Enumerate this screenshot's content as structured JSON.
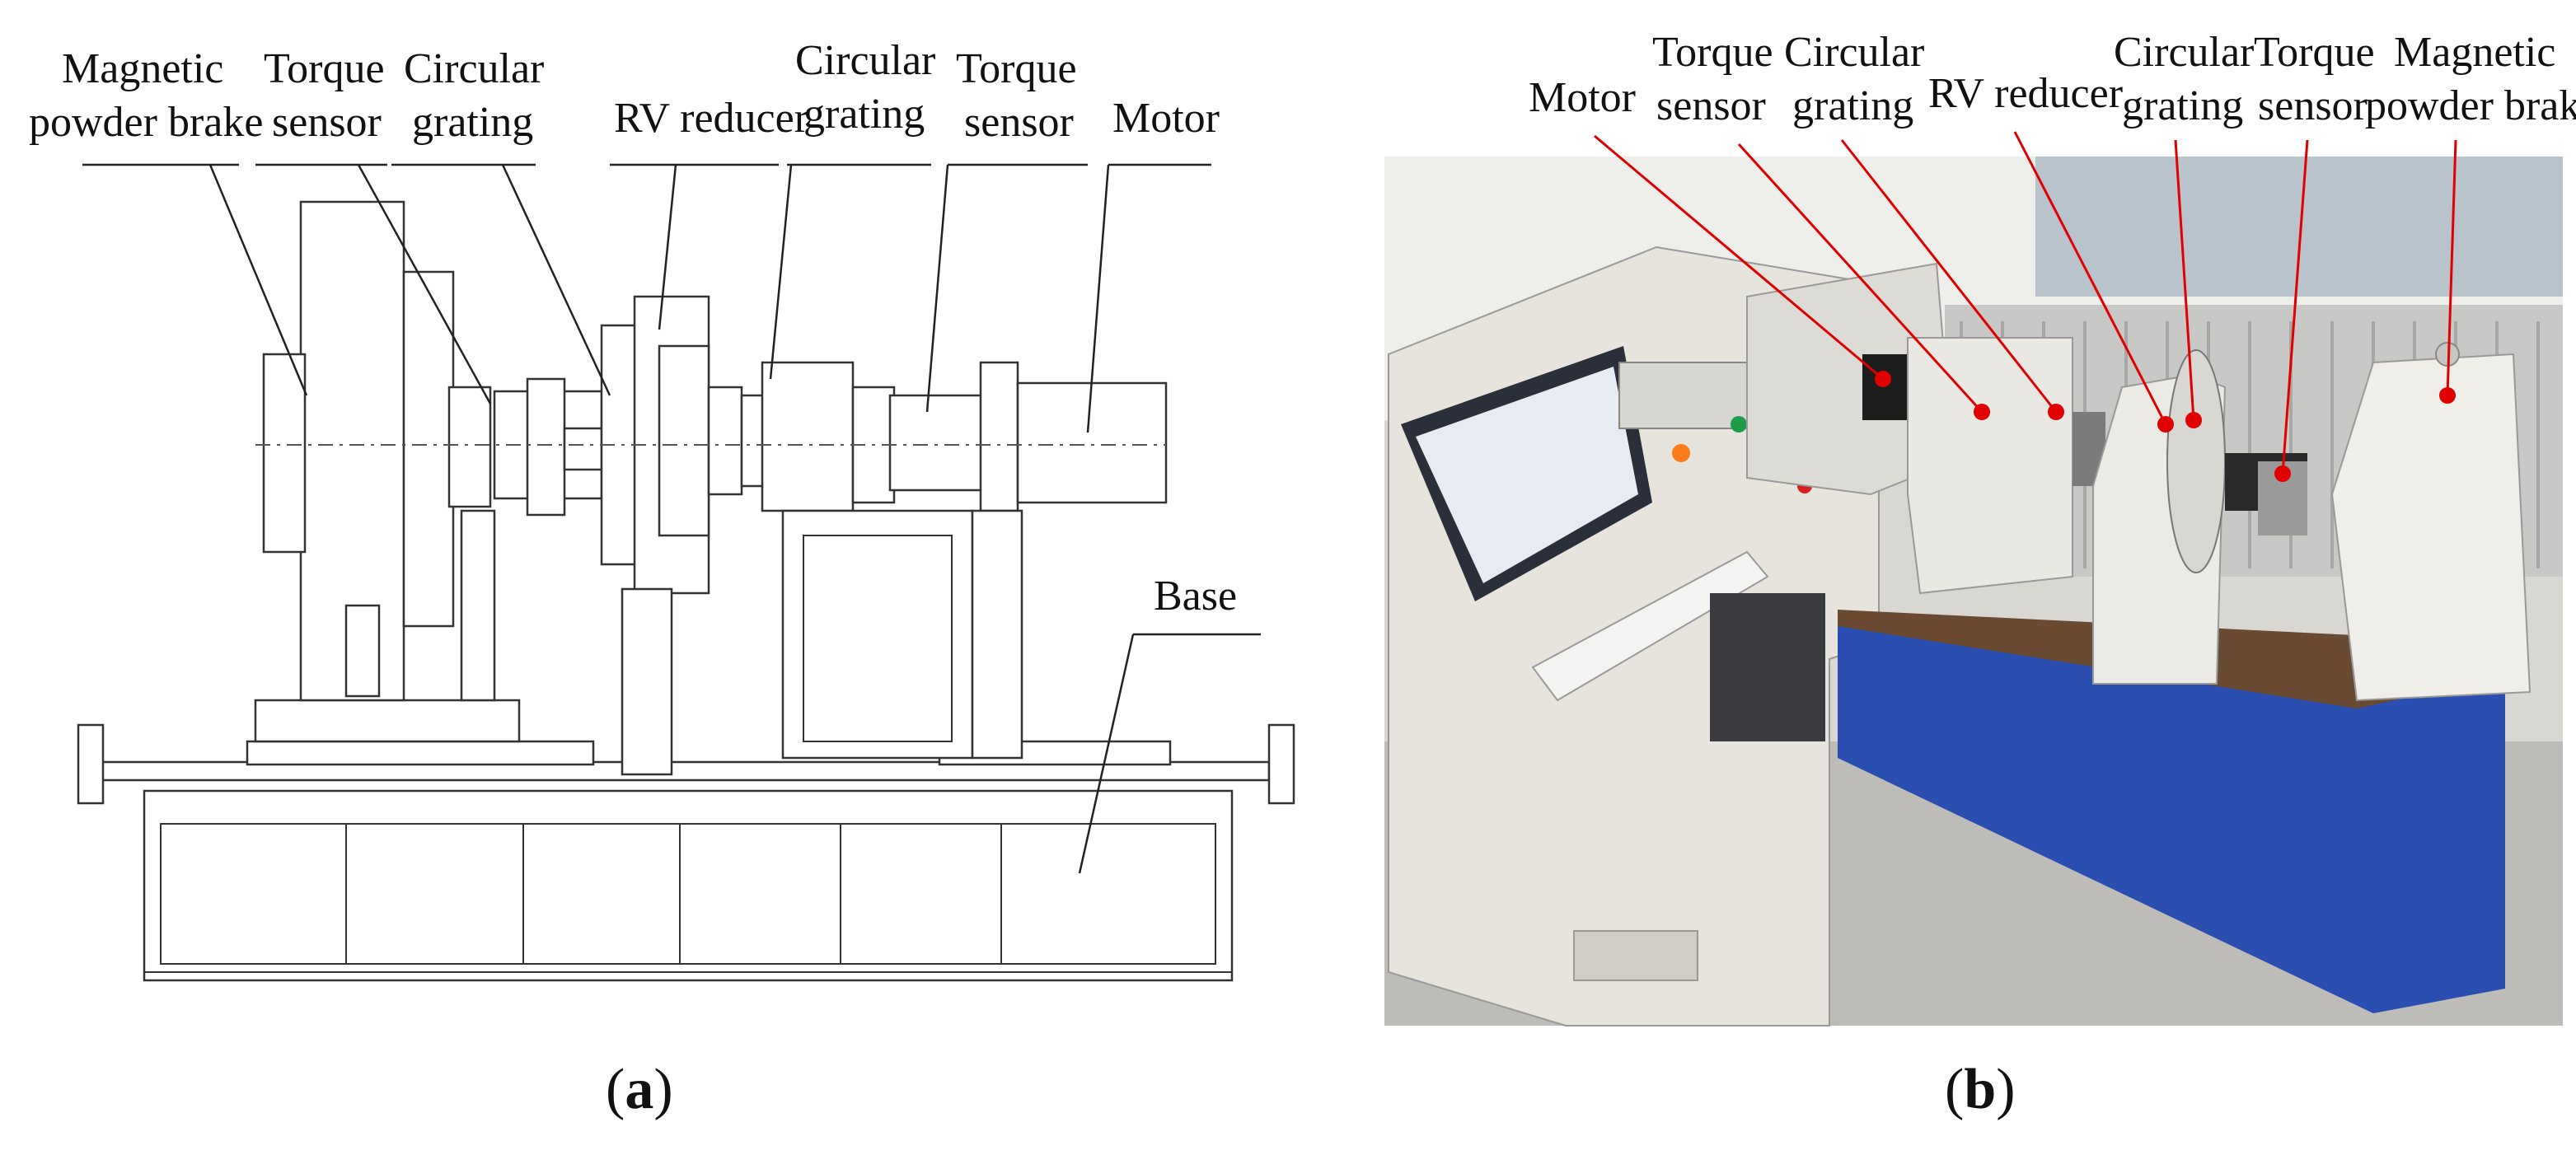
{
  "panel_a": {
    "caption_letter": "a",
    "labels": {
      "brake_l1": "Magnetic",
      "brake_l2": "powder brake",
      "torque1_l1": "Torque",
      "torque1_l2": "sensor",
      "grating1_l1": "Circular",
      "grating1_l2": "grating",
      "rv": "RV reducer",
      "grating2_l1": "Circular",
      "grating2_l2": "grating",
      "torque2_l1": "Torque",
      "torque2_l2": "sensor",
      "motor": "Motor",
      "base": "Base"
    }
  },
  "panel_b": {
    "caption_letter": "b",
    "labels": {
      "motor": "Motor",
      "torque1_l1": "Torque",
      "torque1_l2": "sensor",
      "grating1_l1": "Circular",
      "grating1_l2": "grating",
      "rv": "RV reducer",
      "grating2_l1": "Circular",
      "grating2_l2": "grating",
      "torque2_l1": "Torque",
      "torque2_l2": "sensor",
      "brake_l1": "Magnetic",
      "brake_l2": "powder brake"
    }
  },
  "colors": {
    "callout_red": "#e00000",
    "bench_blue": "#2a4fb0",
    "cabinet": "#e8e6df"
  }
}
